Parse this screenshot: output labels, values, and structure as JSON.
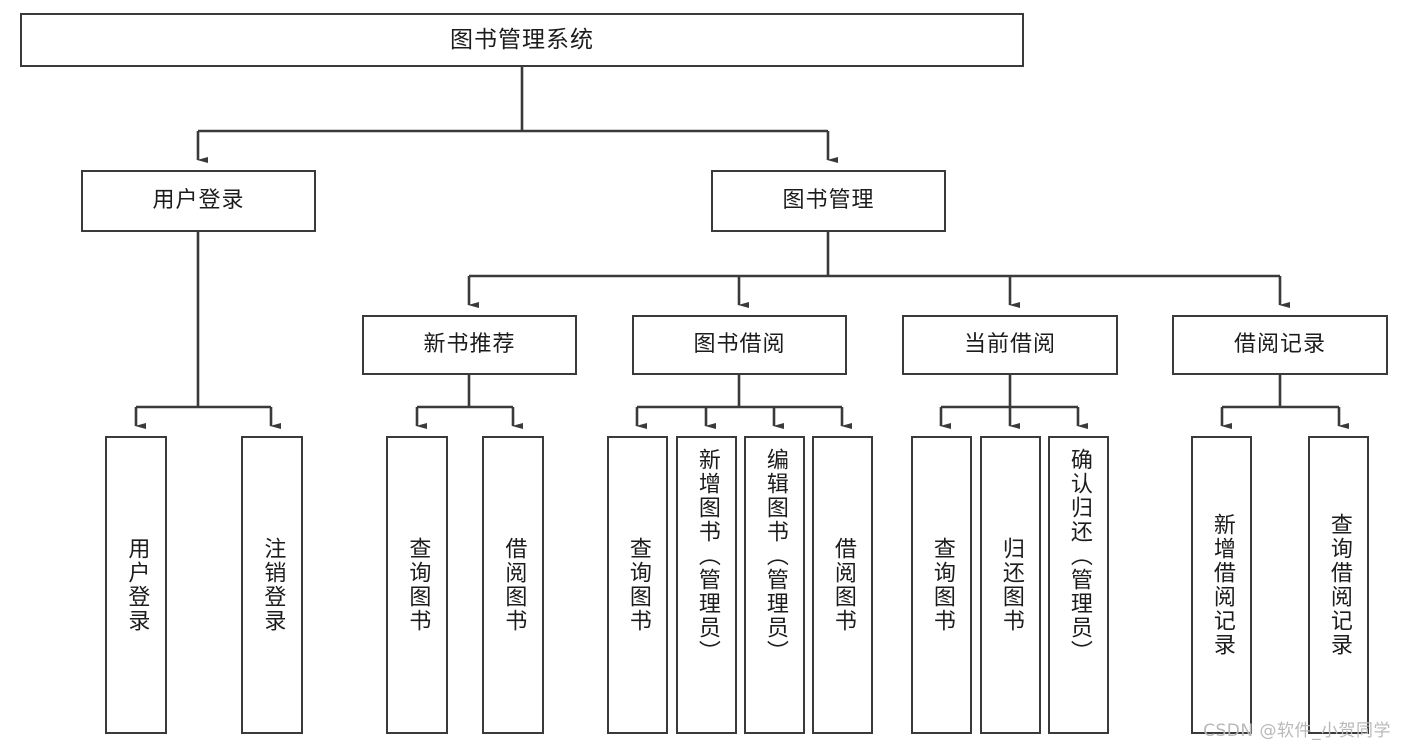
{
  "diagram": {
    "title": "图书管理系统",
    "type": "tree-hierarchy",
    "watermark": "CSDN @软件_小贺同学",
    "colors": {
      "background": "#ffffff",
      "box_border": "#3a3a3a",
      "box_fill": "#ffffff",
      "text": "#1c1c1c",
      "edge": "#3a3a3a",
      "watermark": "#b9b9b9"
    }
  },
  "nodes": {
    "root": {
      "label": "图书管理系统"
    },
    "level2": [
      {
        "id": "user-login",
        "label": "用户登录"
      },
      {
        "id": "book-management",
        "label": "图书管理"
      }
    ],
    "level3": [
      {
        "id": "new-book-recommend",
        "label": "新书推荐"
      },
      {
        "id": "book-borrow",
        "label": "图书借阅"
      },
      {
        "id": "current-borrow",
        "label": "当前借阅"
      },
      {
        "id": "borrow-record",
        "label": "借阅记录"
      }
    ],
    "leaves": {
      "user-login": [
        {
          "id": "leaf-user-login",
          "label": "用户登录"
        },
        {
          "id": "leaf-user-logout",
          "label": "注销登录"
        }
      ],
      "new-book-recommend": [
        {
          "id": "leaf-query-book-1",
          "label": "查询图书"
        },
        {
          "id": "leaf-borrow-book-1",
          "label": "借阅图书"
        }
      ],
      "book-borrow": [
        {
          "id": "leaf-query-book-2",
          "label": "查询图书"
        },
        {
          "id": "leaf-add-book",
          "label": "新增图书（管理员）"
        },
        {
          "id": "leaf-edit-book",
          "label": "编辑图书（管理员）"
        },
        {
          "id": "leaf-borrow-book-2",
          "label": "借阅图书"
        }
      ],
      "current-borrow": [
        {
          "id": "leaf-query-book-3",
          "label": "查询图书"
        },
        {
          "id": "leaf-return-book",
          "label": "归还图书"
        },
        {
          "id": "leaf-confirm-return",
          "label": "确认归还（管理员）"
        }
      ],
      "borrow-record": [
        {
          "id": "leaf-add-record",
          "label": "新增借阅记录"
        },
        {
          "id": "leaf-query-record",
          "label": "查询借阅记录"
        }
      ]
    }
  }
}
